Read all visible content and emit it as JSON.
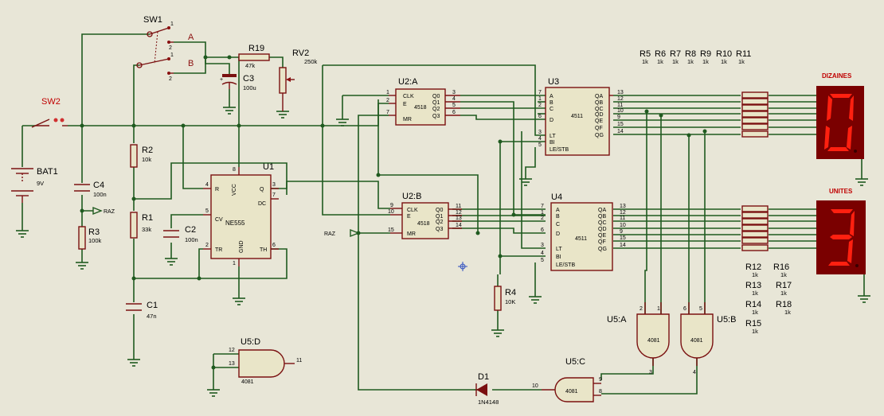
{
  "components": {
    "sw1": {
      "ref": "SW1",
      "pin1": "1",
      "pin2": "2",
      "pin_a": "A",
      "pin_b": "B"
    },
    "sw2": {
      "ref": "SW2"
    },
    "bat1": {
      "ref": "BAT1",
      "value": "9V"
    },
    "r19": {
      "ref": "R19",
      "value": "47k"
    },
    "rv2": {
      "ref": "RV2",
      "value": "250k"
    },
    "c3": {
      "ref": "C3",
      "value": "100u"
    },
    "c4": {
      "ref": "C4",
      "value": "100n"
    },
    "r3": {
      "ref": "R3",
      "value": "100k"
    },
    "r2": {
      "ref": "R2",
      "value": "10k"
    },
    "r1": {
      "ref": "R1",
      "value": "33k"
    },
    "c2": {
      "ref": "C2",
      "value": "100n"
    },
    "c1": {
      "ref": "C1",
      "value": "47n"
    },
    "u1": {
      "ref": "U1",
      "part": "NE555",
      "pins": {
        "r": "R",
        "vcc": "VCC",
        "q": "Q",
        "dc": "DC",
        "cv": "CV",
        "tr": "TR",
        "gnd": "GND",
        "th": "TH"
      },
      "pin_nums": {
        "r": "4",
        "vcc": "8",
        "q": "3",
        "dc": "7",
        "cv": "5",
        "tr": "2",
        "gnd": "1",
        "th": "6"
      }
    },
    "u2a": {
      "ref": "U2:A",
      "part": "4518",
      "pins": [
        "CLK",
        "E",
        "MR",
        "Q0",
        "Q1",
        "Q2",
        "Q3"
      ],
      "pin_nums": [
        "1",
        "2",
        "7",
        "3",
        "4",
        "5",
        "6"
      ]
    },
    "u2b": {
      "ref": "U2:B",
      "part": "4518",
      "pins": [
        "CLK",
        "E",
        "MR",
        "Q0",
        "Q1",
        "Q2",
        "Q3"
      ],
      "pin_nums": [
        "9",
        "10",
        "15",
        "11",
        "12",
        "13",
        "14"
      ]
    },
    "u3": {
      "ref": "U3",
      "part": "4511",
      "left_pins": [
        "A",
        "B",
        "C",
        "D",
        "LT",
        "BI",
        "LE/STB"
      ],
      "left_nums": [
        "7",
        "1",
        "2",
        "6",
        "3",
        "4",
        "5"
      ],
      "right_pins": [
        "QA",
        "QB",
        "QC",
        "QD",
        "QE",
        "QF",
        "QG"
      ],
      "right_nums": [
        "13",
        "12",
        "11",
        "10",
        "9",
        "15",
        "14"
      ]
    },
    "u4": {
      "ref": "U4",
      "part": "4511",
      "left_pins": [
        "A",
        "B",
        "C",
        "D",
        "LT",
        "BI",
        "LE/STB"
      ],
      "left_nums": [
        "7",
        "1",
        "2",
        "6",
        "3",
        "4",
        "5"
      ],
      "right_pins": [
        "QA",
        "QB",
        "QC",
        "QD",
        "QE",
        "QF",
        "QG"
      ],
      "right_nums": [
        "13",
        "12",
        "11",
        "10",
        "9",
        "15",
        "14"
      ]
    },
    "r4": {
      "ref": "R4",
      "value": "10K"
    },
    "u5a": {
      "ref": "U5:A",
      "part": "4081",
      "in1": "2",
      "in2": "1",
      "out": "3"
    },
    "u5b": {
      "ref": "U5:B",
      "part": "4081",
      "in1": "6",
      "in2": "5",
      "out": "4"
    },
    "u5c": {
      "ref": "U5:C",
      "part": "4081",
      "in1": "9",
      "in2": "8",
      "out": "10"
    },
    "u5d": {
      "ref": "U5:D",
      "part": "4081",
      "in1": "12",
      "in2": "13",
      "out": "11"
    },
    "d1": {
      "ref": "D1",
      "value": "1N4148"
    },
    "raz_left": "RAZ",
    "raz_mid": "RAZ",
    "display_tens": {
      "label": "DIZAINES",
      "digit": "0"
    },
    "display_units": {
      "label": "UNITES",
      "digit": "3"
    },
    "resistor_labels_top": [
      {
        "ref": "R5",
        "value": "1k"
      },
      {
        "ref": "R6",
        "value": "1k"
      },
      {
        "ref": "R7",
        "value": "1k"
      },
      {
        "ref": "R8",
        "value": "1k"
      },
      {
        "ref": "R9",
        "value": "1k"
      },
      {
        "ref": "R10",
        "value": "1k"
      },
      {
        "ref": "R11",
        "value": "1k"
      }
    ],
    "resistor_labels_bottom": [
      {
        "ref": "R12",
        "value": "1k"
      },
      {
        "ref": "R16",
        "value": "1k"
      },
      {
        "ref": "R13",
        "value": "1k"
      },
      {
        "ref": "R17",
        "value": "1k"
      },
      {
        "ref": "R14",
        "value": "1k"
      },
      {
        "ref": "R18",
        "value": "1k"
      },
      {
        "ref": "R15",
        "value": "1k"
      }
    ]
  },
  "colors": {
    "wire": "#1f5a1f",
    "component": "#7a1010",
    "body": "#e9e5c8",
    "segment_on": "#e01010",
    "segment_bg": "#7a0000",
    "label_red": "#c00000"
  }
}
